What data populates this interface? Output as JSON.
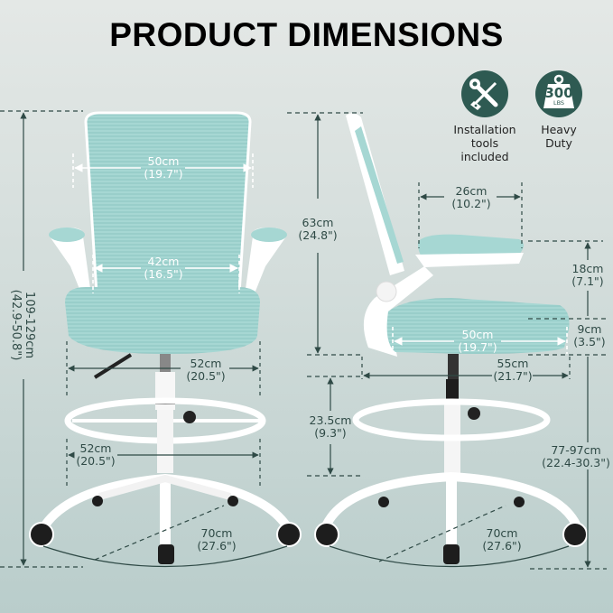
{
  "title": "PRODUCT DIMENSIONS",
  "colors": {
    "accent_dark_green": "#2e5a52",
    "mesh_teal": "#9fd2cf",
    "frame_white": "#ffffff",
    "dimension_line": "#2f4a46",
    "background": "#d3dddb"
  },
  "badges": [
    {
      "icon": "wrench-screwdriver-icon",
      "line1": "Installation",
      "line2": "tools included"
    },
    {
      "icon": "weight-icon",
      "weight_value": "300",
      "weight_unit": "LBS",
      "line1": "Heavy",
      "line2": "Duty"
    }
  ],
  "front_view": {
    "overall_height": {
      "cm": "109-129cm",
      "in": "(42.9-50.8\")"
    },
    "backrest_top_width": {
      "cm": "50cm",
      "in": "(19.7\")"
    },
    "backrest_lower_width": {
      "cm": "42cm",
      "in": "(16.5\")"
    },
    "seat_width": {
      "cm": "52cm",
      "in": "(20.5\")"
    },
    "footrest_width": {
      "cm": "52cm",
      "in": "(20.5\")"
    },
    "base_diameter": {
      "cm": "70cm",
      "in": "(27.6\")"
    }
  },
  "side_view": {
    "backrest_height": {
      "cm": "63cm",
      "in": "(24.8\")"
    },
    "armrest_length": {
      "cm": "26cm",
      "in": "(10.2\")"
    },
    "armrest_height": {
      "cm": "18cm",
      "in": "(7.1\")"
    },
    "seat_thickness": {
      "cm": "9cm",
      "in": "(3.5\")"
    },
    "seat_depth": {
      "cm": "50cm",
      "in": "(19.7\")"
    },
    "chair_depth": {
      "cm": "55cm",
      "in": "(21.7\")"
    },
    "seat_to_footrest": {
      "cm": "23.5cm",
      "in": "(9.3\")"
    },
    "seat_height": {
      "cm": "77-97cm",
      "in": "(22.4-30.3\")"
    },
    "base_diameter": {
      "cm": "70cm",
      "in": "(27.6\")"
    }
  }
}
